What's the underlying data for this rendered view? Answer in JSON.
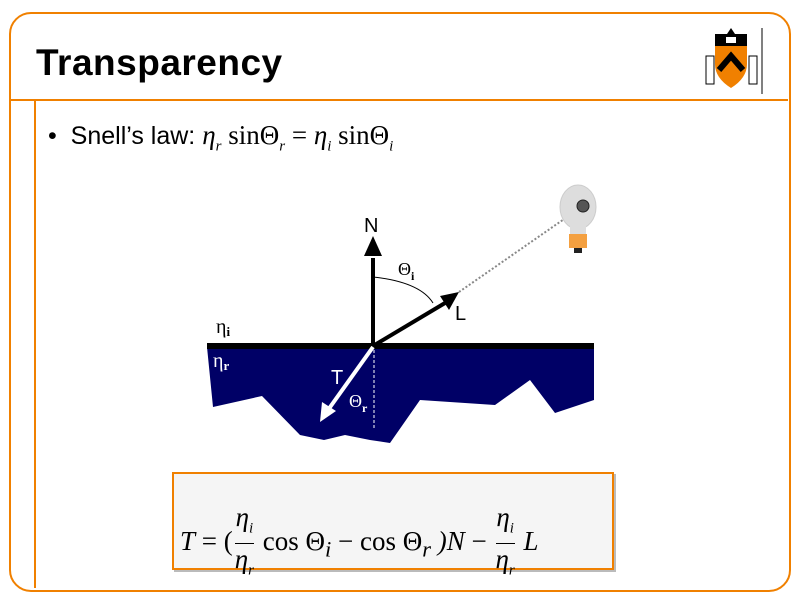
{
  "slide": {
    "title": "Transparency",
    "bullet_prefix": "Snell’s law:",
    "snell": {
      "lhs_eta": "η",
      "lhs_eta_sub": "r",
      "sin": "sin",
      "theta": "Θ",
      "lhs_theta_sub": "r",
      "eq": "=",
      "rhs_eta_sub": "i",
      "rhs_theta_sub": "i"
    },
    "diagram": {
      "normal_label": "N",
      "light_label": "L",
      "transmitted_label": "T",
      "theta_i": "Θ",
      "theta_i_sub": "i",
      "theta_r": "Θ",
      "theta_r_sub": "r",
      "eta_i": "η",
      "eta_i_sub": "i",
      "eta_r": "η",
      "eta_r_sub": "r",
      "material_color": "#000066"
    },
    "formula": {
      "lhs": "T",
      "eq": "=",
      "open": "(",
      "eta": "η",
      "num_sub": "i",
      "den_sub": "r",
      "cos": "cos",
      "theta": "Θ",
      "sub_i": "i",
      "sub_r": "r",
      "minus": "−",
      "close_N": ")N",
      "L": "L"
    },
    "accent_color": "#f08000"
  }
}
